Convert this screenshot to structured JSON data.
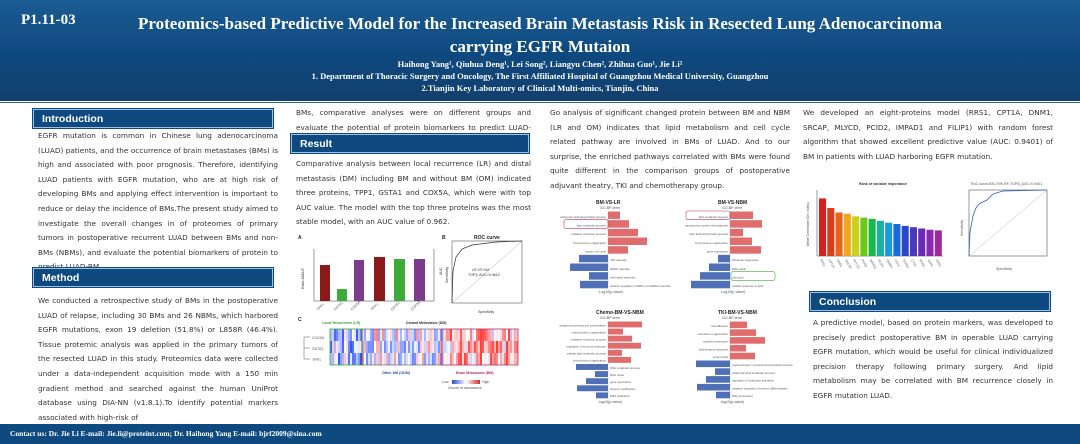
{
  "header": {
    "code": "P1.11-03",
    "title_line1": "Proteomics-based Predictive Model for the Increased Brain Metastasis Risk in Resected Lung Adenocarcinoma",
    "title_line2": "carrying EGFR Mutaion",
    "authors": "Haihong Yang¹, Qiuhua Deng¹, Lei Song², Liangyu Chen², Zhihua Guo¹, Jie Li²",
    "affiliation1": "1. Department of Thoracic Surgery and Oncology, The First Affiliated Hospital of Guangzhou Medical University, Guangzhou",
    "affiliation2": "2.Tianjin Key Laboratory of Clinical Multi-omics, Tianjin, China"
  },
  "introduction": {
    "heading": "Introduction",
    "text": "EGFR mutation is common in Chinese lung adenocarcinoma (LUAD) patients, and the occurrence of brain metastases (BMs) is high and associated with poor prognosis. Therefore, identifying LUAD patients with EGFR mutation, who are at high risk of developing BMs and applying effect intervention is important to reduce or delay the incidence of BMs.The present study aimed to investigate the overall changes in of proteomes of primary tumors in postoperative recurrent LUAD between BMs and non-BMs (NBMs), and evaluate the potential biomarkers of protein to predict LUAD-BM."
  },
  "method": {
    "heading": "Method",
    "text": "We conducted a retrospective study of BMs in the postoperative LUAD of relapse, including 30 BMs and 26 NBMs, which harbored EGFR mutations, exon 19 deletion (51.8%) or L858R (46.4%). Tissue protemic analysis was applied in the primary tumors of the resected LUAD in this study. Proteomics data were collected under a data-independent acquisition mode with a 150 min gradient method and searched against the human UniProt database using DIA-NN (v1.8.1).To identify potential markers associated with high-risk of"
  },
  "method_cont": {
    "text": "BMs, comparative analyses were on different groups and evaluate the potential of protein biomarkers to predict LUAD-BM."
  },
  "result": {
    "heading": "Result",
    "text": "Comparative analysis between local recurrence (LR) and distal metastasis (DM) including BM and without BM (OM) indicated three proteins, TPP1, GSTA1 and COX5A, which were with top AUC value. The model with the top three proteins was the most stable model, with an AUC value of 0.962.",
    "text2": "Go analysis of significant changed protein between BM and NBM (LR and OM) indicates that lipid metabolism and cell cycle related pathway are involved in BMs of LUAD. And to our surprise, the enriched pathways correlated with BMs were found quite different in the comparison groups of postoperative adjuvant theatry, TKI and chemotherapy group.",
    "text3": "We developed an eight-proteins model (RRS1, CPT1A, DNM1, SRCAP, MLYCD, PCID2, IMPAD1 and FILIP1) with random forest algorithm that showed excellent predictive value (AUC: 0.9401) of BM in patients with LUAD harboring EGFR mutation."
  },
  "fig1": {
    "panel_a": "A",
    "panel_b": "B",
    "panel_c": "C",
    "ylabel_left": "Ratio-DM/LR",
    "ylabel_right": "AUC",
    "bar_labels": [
      "TPP1",
      "GSTA1",
      "COX5A",
      "TPP1",
      "GSTA1",
      "COX5A"
    ],
    "roc_title": "ROC curve",
    "roc_text1": "LR VS DM",
    "roc_text2": "TOP3; AUC=0.9610",
    "roc_xlabel": "Specificity",
    "roc_ylabel": "Sensitivity",
    "heat_left": "Local Recurrence (LR)",
    "heat_mid": "Distant Metastasis (DM)",
    "heat_bottom1": "Other DM (ODM)",
    "heat_bottom2": "Brain Metastasis (BM)",
    "scale_low": "Low",
    "scale_high": "High",
    "scale_label": "Zscore of abundance",
    "heat_rows": [
      "COX5A",
      "GSTA1",
      "TPP1"
    ]
  },
  "go_plots": [
    {
      "title": "BM-VS-LR",
      "sub": "GO-BP-term",
      "xlabel": "-Log10(p-value)",
      "terms": [
        "carboxylic acid biosynthetic process",
        "lipid metabolic process",
        "oxidation-reduction process",
        "chromosome organization",
        "mitotic cell cycle",
        "JAK cascade",
        "MAPK cascade",
        "cell-matrix adhesion",
        "positive regulation of ERK1 and ERK2 cascade"
      ]
    },
    {
      "title": "BM-VS-NBM",
      "sub": "GO-BP-term",
      "xlabel": "-Log10(p-value)",
      "terms": [
        "lipid metabolic process",
        "reproductive system development",
        "fatty acid biosynthetic process",
        "chromosome organization",
        "gene expression",
        "ribosome biogenesis",
        "DNA repair",
        "cell cycle",
        "cellular response to lipid"
      ]
    },
    {
      "title": "Chemo-BM-VS-NBM",
      "sub": "GO-BP-term",
      "xlabel": "-log10(p-value)",
      "terms": [
        "antigen processing and presentation",
        "mitochondrion organization",
        "oxidation-reduction process",
        "regulation of immune response",
        "cellular lipid metabolic process",
        "chromosome organization",
        "DNA metabolic process",
        "DNA repair",
        "gene expression",
        "histone modification",
        "DNA replication"
      ]
    },
    {
      "title": "TKI-BM-VS-NBM",
      "sub": "GO-BP-term",
      "xlabel": "-log10(p-value)",
      "terms": [
        "cell adhesion",
        "membrane organization",
        "cytokine production",
        "inflammatory response",
        "endocytosis",
        "organonitrogen compound biosynthetic process",
        "carboxylic acid metabolic process",
        "regulation of leukocyte activation",
        "negative regulation of neuron differentiation",
        "RNA processing"
      ]
    }
  ],
  "importance_chart": {
    "title": "Rank of variable importance",
    "ylabel": "Mean Decrease(Gini index)",
    "proteins": [
      "RRS1",
      "CPT1A",
      "DNM1",
      "SRCAP",
      "MLYCD",
      "PCID2",
      "IMPAD1",
      "FILIP1",
      "DEBR1",
      "CD44",
      "STAG2",
      "CTSH",
      "RCN3",
      "ASPH",
      "GPD1"
    ],
    "roc_title": "RoC curve-BM-70%-RF-TOP8_AUC=0.9401",
    "roc_xlabel": "Specificity",
    "roc_ylabel": "Sensitivity"
  },
  "conclusion": {
    "heading": "Conclusion",
    "text": "A predictive model, based on protein markers, was developed to precisely predict postoperative BM in operable LUAD carrying EGFR mutation, which would be useful for clinical individualized precision therapy following primary surgery. And lipid metabolism may be correlated with BM recurrence closely in EGFR mutation LUAD."
  },
  "footer": {
    "text": "Contact us: Dr. Jie Li  E-mail: Jie.li@proteint.com; Dr. Haihong Yang E-mail: bjrf2009@sina.com"
  },
  "colors": {
    "header_blue": "#0e4a80",
    "accent": "#2a63a3",
    "go_red": "#e06d6d",
    "go_blue": "#4f6fb6",
    "bar_dark_red": "#8b1a1a",
    "bar_green": "#3cab3c",
    "bar_purple": "#7d3b8b"
  }
}
